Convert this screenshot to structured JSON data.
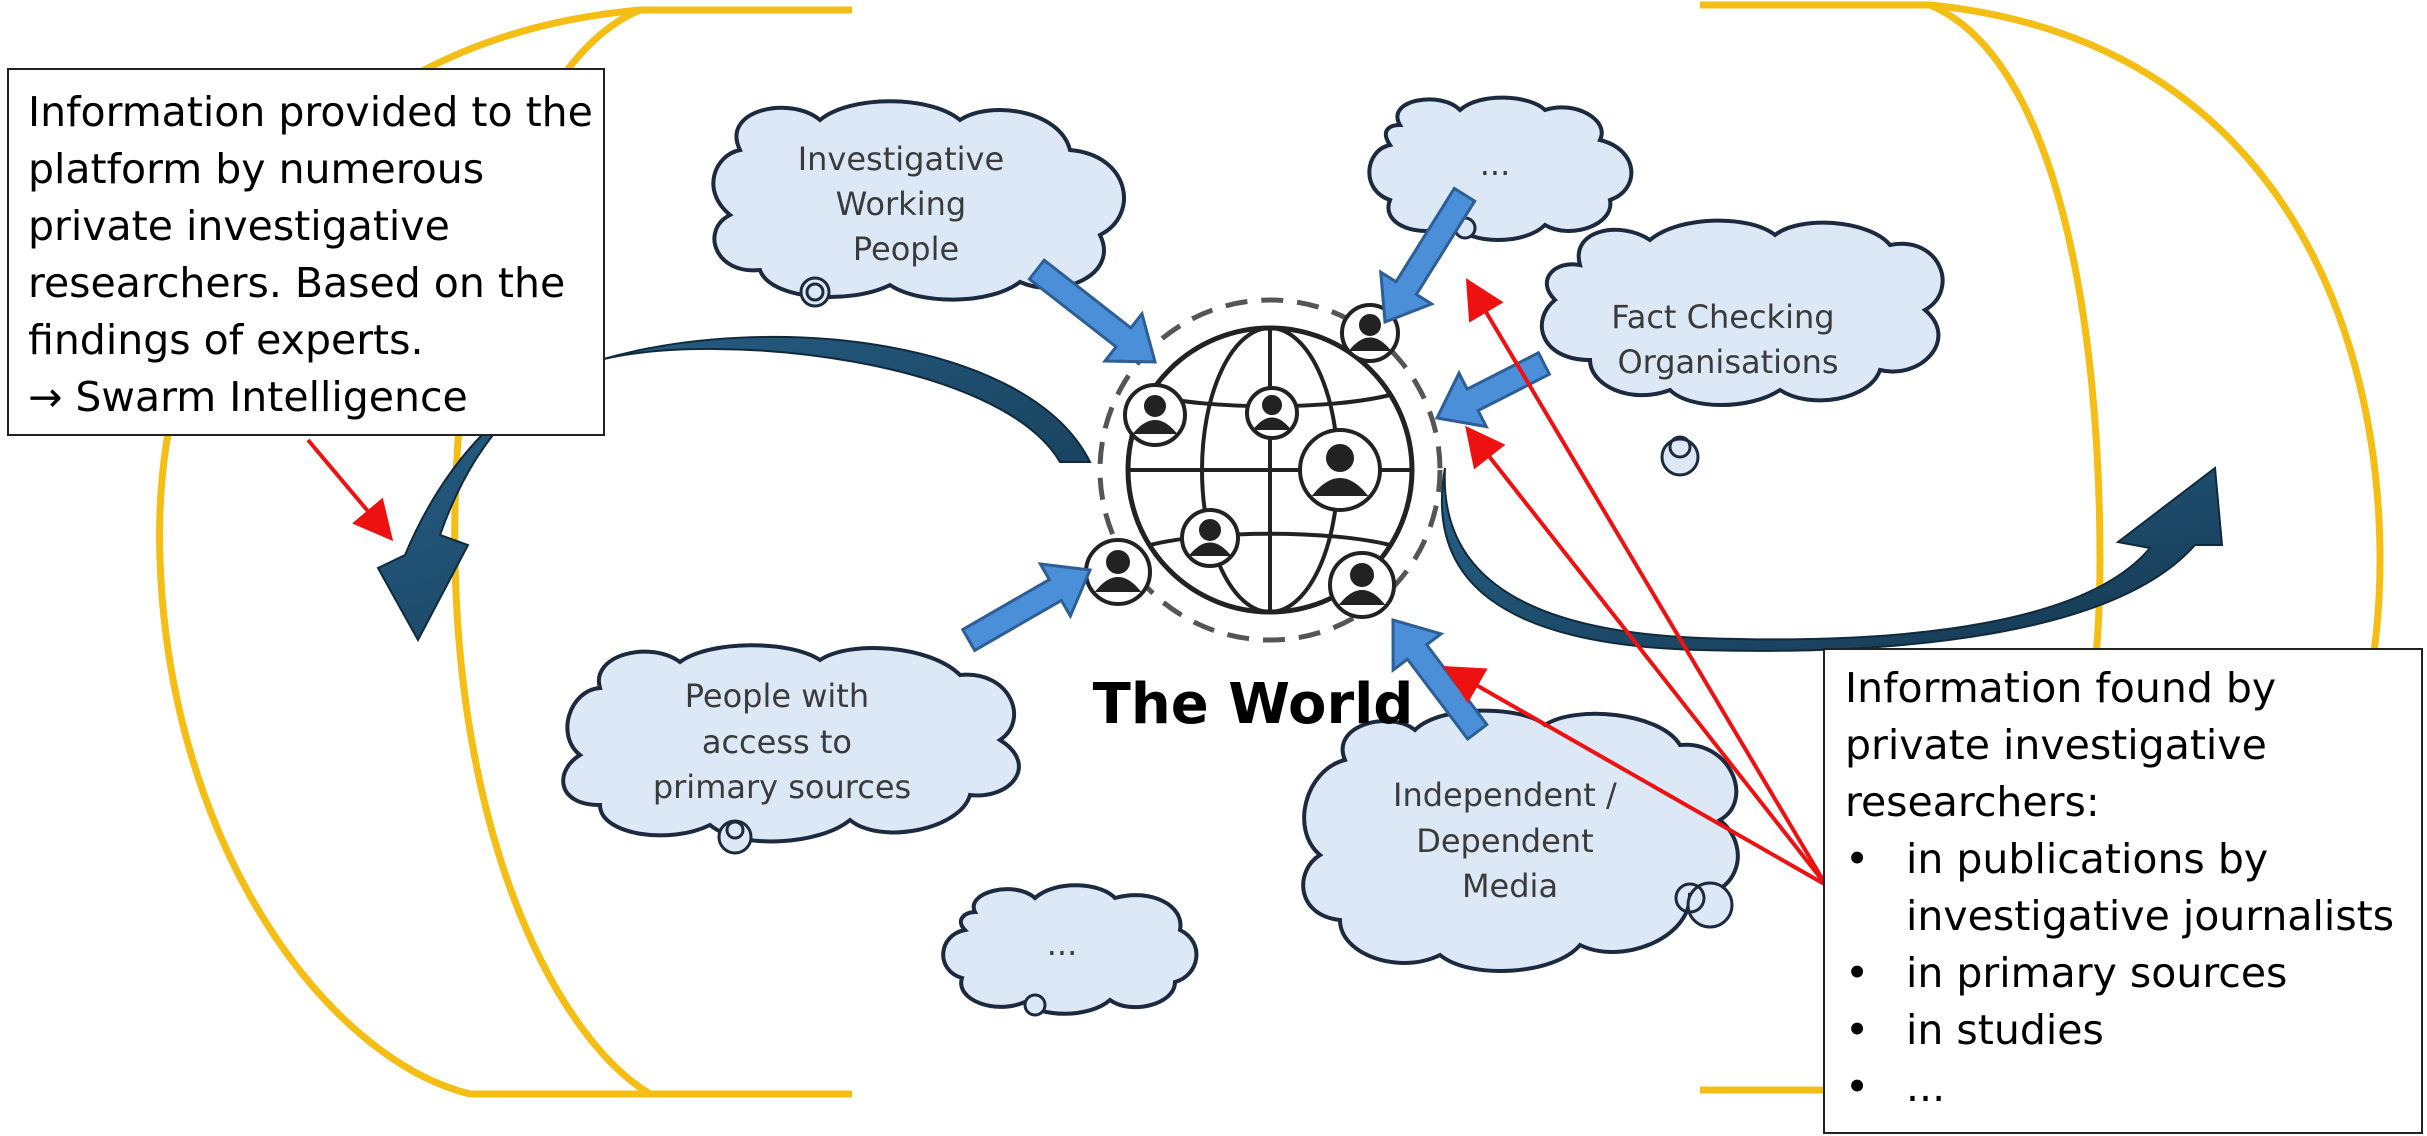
{
  "center": {
    "title": "The World"
  },
  "clouds": {
    "investigative_working_people": [
      "Investigative",
      "Working",
      "People"
    ],
    "ellipsis_top": "...",
    "fact_checking": [
      "Fact Checking",
      "Organisations"
    ],
    "primary_sources": [
      "People with",
      "access to",
      "primary sources"
    ],
    "ellipsis_bottom": "...",
    "media": [
      "Independent /",
      "Dependent",
      "Media"
    ]
  },
  "left_box": {
    "lines": [
      "Information provided to the",
      "platform by numerous",
      "private investigative",
      "researchers. Based on the",
      "findings of experts."
    ],
    "arrow_symbol": "→",
    "arrow_text": "Swarm Intelligence"
  },
  "right_box": {
    "lines": [
      "Information found by",
      "private investigative",
      "researchers:"
    ],
    "bullets": [
      "in publications by investigative journalists",
      "in primary sources",
      "in studies",
      "..."
    ]
  },
  "colors": {
    "bracket": "#F5BE14",
    "cloud_fill": "#DCE8F5",
    "cloud_stroke": "#1B2A3E",
    "blue_arrow": "#4A8FD8",
    "dark_arrow": "#1E4D6E",
    "red_arrow": "#EE1111"
  }
}
